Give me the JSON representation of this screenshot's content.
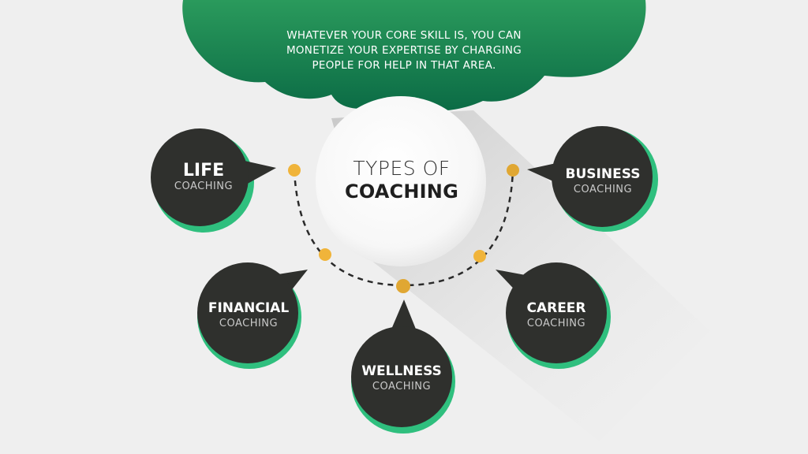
{
  "cloud": {
    "lines": [
      "WHATEVER YOUR CORE SKILL IS, YOU CAN",
      "MONETIZE YOUR EXPERTISE BY CHARGING",
      "PEOPLE FOR HELP IN THAT AREA."
    ]
  },
  "center": {
    "line1": "TYPES OF",
    "line2": "COACHING"
  },
  "nodes": {
    "life": {
      "main": "LIFE",
      "sub": "COACHING"
    },
    "financial": {
      "main": "FINANCIAL",
      "sub": "COACHING"
    },
    "wellness": {
      "main": "WELLNESS",
      "sub": "COACHING"
    },
    "career": {
      "main": "CAREER",
      "sub": "COACHING"
    },
    "business": {
      "main": "BUSINESS",
      "sub": "COACHING"
    }
  },
  "colors": {
    "background": "#efefef",
    "cloud_top": "#2a9a5c",
    "cloud_bottom": "#0b6b45",
    "node_fill": "#2f302d",
    "node_accent": "#2fbf7e",
    "dot": "#f0b43a",
    "dashed_arc": "#2a2a2a"
  }
}
